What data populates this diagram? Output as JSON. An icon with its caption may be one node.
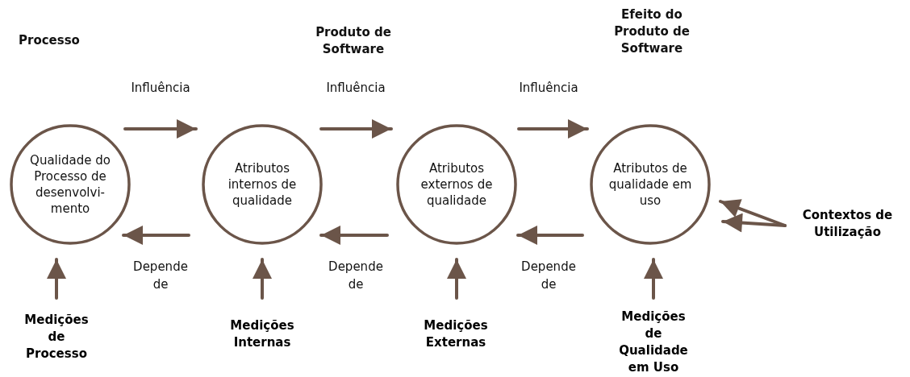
{
  "diagram": {
    "nodes": [
      {
        "text": [
          "Qualidade do Processo de desenvolvi-mento"
        ]
      },
      {
        "text": [
          "Atributos internos de qualidade"
        ]
      },
      {
        "text": [
          "Atributos externos de qualidade"
        ]
      },
      {
        "text": [
          "Atributos de qualidade em uso"
        ]
      },
      {
        "text": [
          "Medições de Processo"
        ]
      },
      {
        "text": [
          "Medições Internas"
        ]
      },
      {
        "text": [
          "Medições Externas"
        ]
      },
      {
        "text": [
          "Medições de Qualidade em Uso"
        ]
      },
      {
        "text": [
          "Contextos de Utilização"
        ]
      }
    ],
    "edges": [
      {
        "from": 0,
        "to": 1,
        "arrow": "to",
        "label": "Influência"
      },
      {
        "from": 1,
        "to": 2,
        "arrow": "to",
        "label": "Influência"
      },
      {
        "from": 2,
        "to": 3,
        "arrow": "to",
        "label": "Influência"
      },
      {
        "from": 1,
        "to": 0,
        "arrow": "to",
        "label": "Depende de"
      },
      {
        "from": 2,
        "to": 1,
        "arrow": "to",
        "label": "Depende de"
      },
      {
        "from": 3,
        "to": 2,
        "arrow": "to",
        "label": "Depende de"
      },
      {
        "from": 4,
        "to": 0,
        "arrow": "to"
      },
      {
        "from": 5,
        "to": 1,
        "arrow": "to"
      },
      {
        "from": 6,
        "to": 2,
        "arrow": "to"
      },
      {
        "from": 7,
        "to": 3,
        "arrow": "to"
      },
      {
        "from": 8,
        "to": 3,
        "arrow": "to"
      },
      {
        "from": 8,
        "to": 3,
        "arrow": "to"
      }
    ],
    "labels": [
      "Processo",
      "Produto de Software",
      "Efeito do Produto de Software"
    ]
  }
}
